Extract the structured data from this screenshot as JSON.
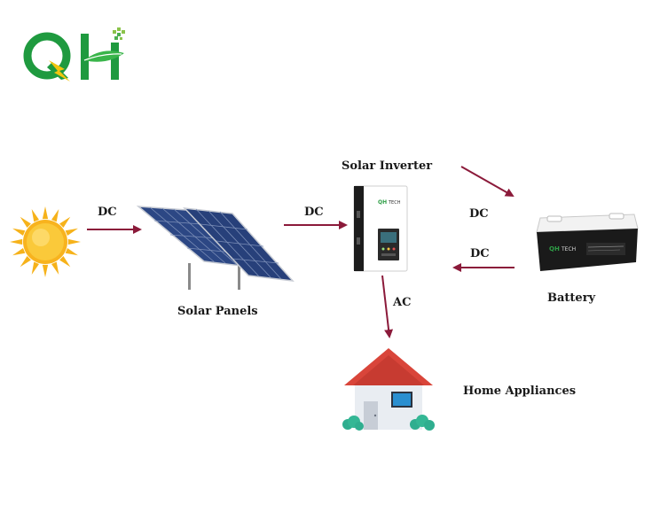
{
  "logo": {
    "letters": "QH",
    "green": "#1f9a3f",
    "accent": "#f2c40f"
  },
  "components": {
    "solar_panels": "Solar Panels",
    "solar_inverter": "Solar Inverter",
    "battery": "Battery",
    "home_appliances": "Home Appliances"
  },
  "flows": {
    "sun_to_panels": "DC",
    "panels_to_inverter": "DC",
    "inverter_to_battery": "DC",
    "battery_to_inverter": "DC",
    "inverter_to_home": "AC"
  },
  "device_branding": {
    "inverter_brand": "QH TECH",
    "battery_brand": "QH TECH"
  },
  "colors": {
    "arrow": "#8b1a3a",
    "sun": "#f6b21a",
    "panel": "#27407a",
    "roof": "#d9453a",
    "wall": "#e9edf2",
    "bush": "#2fae8f"
  }
}
